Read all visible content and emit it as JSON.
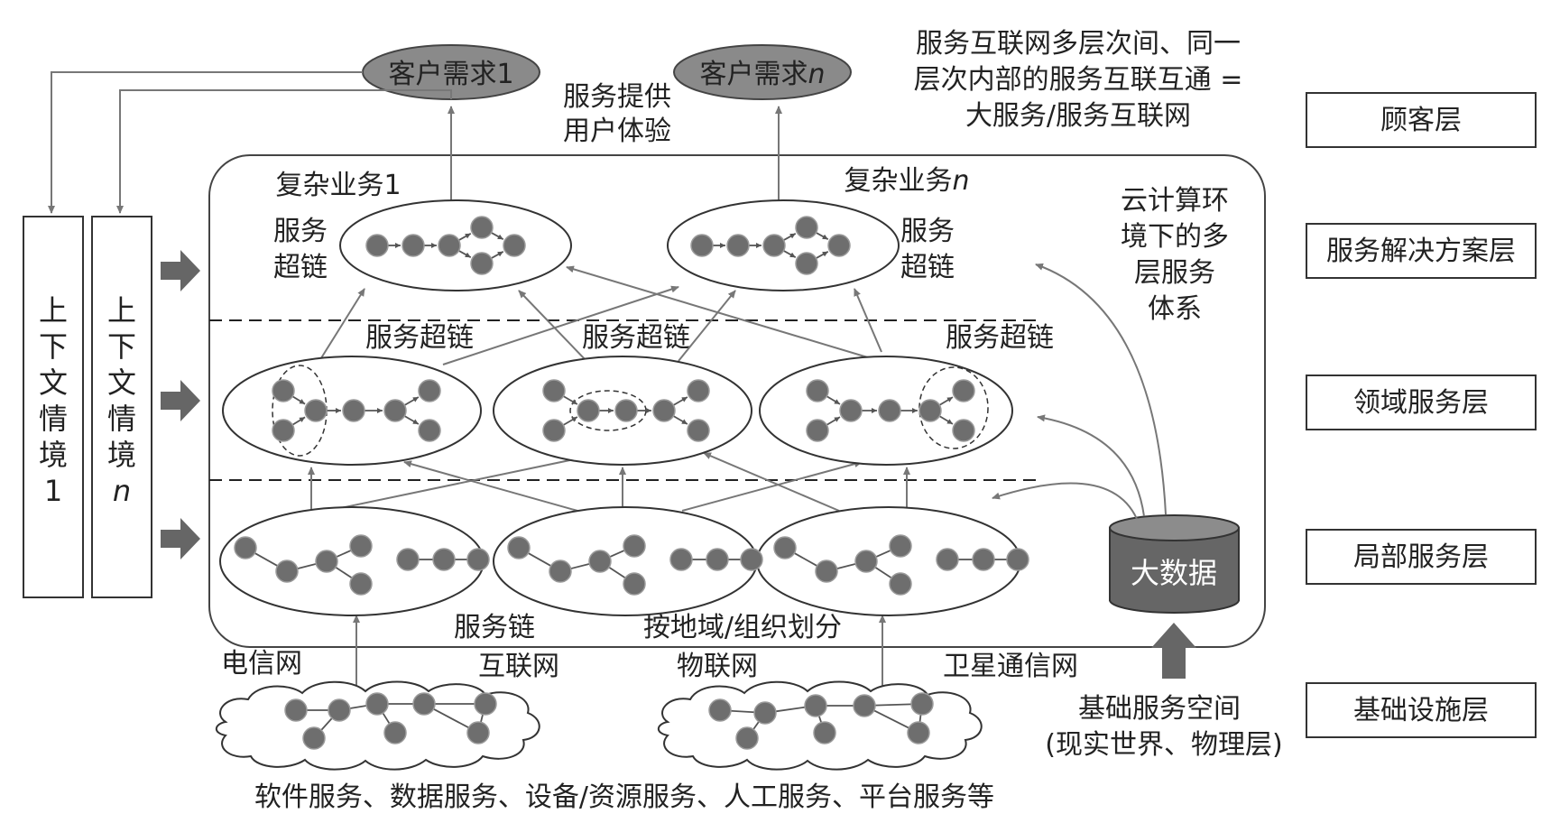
{
  "customers": {
    "req1": "客户需求1",
    "reqn_prefix": "客户需求",
    "reqn_italic": "n"
  },
  "service_provide": [
    "服务提供",
    "用户体验"
  ],
  "big_service_note": [
    "服务互联网多层次间、同一",
    "层次内部的服务互联互通 =",
    "大服务/服务互联网"
  ],
  "layers": {
    "customer": "顾客层",
    "solution": "服务解决方案层",
    "domain": "领域服务层",
    "local": "局部服务层",
    "infrastructure": "基础设施层"
  },
  "contexts": {
    "ctx1": [
      "上",
      "下",
      "文",
      "情",
      "境",
      "1"
    ],
    "ctxn": [
      "上",
      "下",
      "文",
      "情",
      "境",
      "n"
    ]
  },
  "business": {
    "b1": "复杂业务1",
    "bn_prefix": "复杂业务",
    "bn_italic": "n"
  },
  "hyperchain_stacked": [
    "服务",
    "超链"
  ],
  "hyperchain": "服务超链",
  "cloud_note": [
    "云计算环",
    "境下的多",
    "层服务",
    "体系"
  ],
  "big_data": "大数据",
  "service_chain": "服务链",
  "partition": "按地域/组织划分",
  "networks": {
    "telecom": "电信网",
    "internet": "互联网",
    "iot": "物联网",
    "satellite": "卫星通信网"
  },
  "infra_space": [
    "基础服务空间",
    "(现实世界、物理层)"
  ],
  "bottom_caption": "软件服务、数据服务、设备/资源服务、人工服务、平台服务等"
}
